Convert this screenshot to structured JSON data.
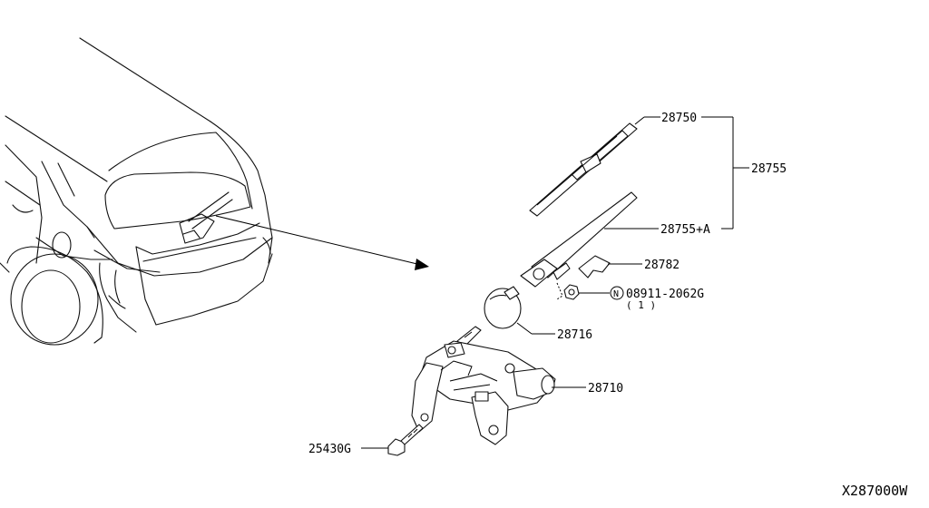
{
  "diagram": {
    "labels": {
      "p28750": "28750",
      "p28755": "28755",
      "p28755a": "28755+A",
      "p28782": "28782",
      "p08911": "08911-2062G",
      "p08911_qty": "( 1 )",
      "p08911_mark": "N",
      "p28716": "28716",
      "p28710": "28710",
      "p25430g": "25430G"
    },
    "drawing_code": "X287000W"
  }
}
